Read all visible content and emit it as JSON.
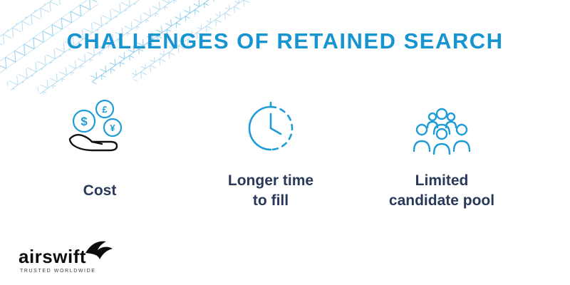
{
  "title": "CHALLENGES OF RETAINED SEARCH",
  "items": [
    {
      "label": "Cost"
    },
    {
      "label": "Longer time\nto fill"
    },
    {
      "label": "Limited\ncandidate pool"
    }
  ],
  "cost_icon": {
    "symbols": [
      "$",
      "£",
      "¥"
    ]
  },
  "logo": {
    "brand": "airswift",
    "tagline": "TRUSTED WORLDWIDE"
  },
  "colors": {
    "title_blue": "#1795d1",
    "icon_blue": "#1f9cd6",
    "label_navy": "#28395a",
    "pattern_blue": "#b9dcf0",
    "logo_black": "#0d0d0d"
  }
}
